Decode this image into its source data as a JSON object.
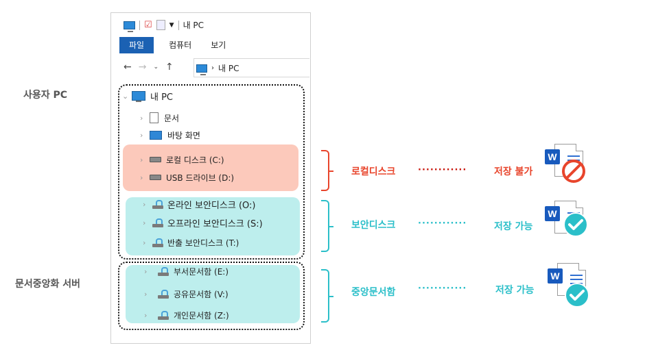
{
  "side_labels": {
    "user_pc": "사용자 PC",
    "doc_server": "문서중앙화 서버"
  },
  "explorer": {
    "qat_title": "내 PC",
    "ribbon_tabs": [
      "파일",
      "컴퓨터",
      "보기"
    ],
    "address": "내 PC",
    "tree": {
      "root": "내 PC",
      "documents": "문서",
      "desktop": "바탕 화면",
      "local_disk": "로컬 디스크 (C:)",
      "usb_drive": "USB 드라이브 (D:)",
      "online_secure": "온라인 보안디스크 (O:)",
      "offline_secure": "오프라인 보안디스크 (S:)",
      "export_secure": "반출 보안디스크 (T:)",
      "dept_docs": "부서문서함 (E:)",
      "shared_docs": "공유문서함 (V:)",
      "personal_docs": "개인문서함 (Z:)"
    }
  },
  "categories": {
    "local": {
      "label": "로컬디스크",
      "status": "저장 불가",
      "color": "#e8452c"
    },
    "secure": {
      "label": "보안디스크",
      "status": "저장 가능",
      "color": "#2bbfc9"
    },
    "central": {
      "label": "중앙문서함",
      "status": "저장 가능",
      "color": "#2bbfc9"
    }
  },
  "connector": "············",
  "colors": {
    "local_zone": "#fcc9bb",
    "secure_zone": "#bdeeed",
    "ribbon_active": "#1b61b3"
  },
  "icons": {
    "word": "word-document-icon",
    "blocked": "prohibited-icon",
    "allowed": "check-circle-icon"
  }
}
